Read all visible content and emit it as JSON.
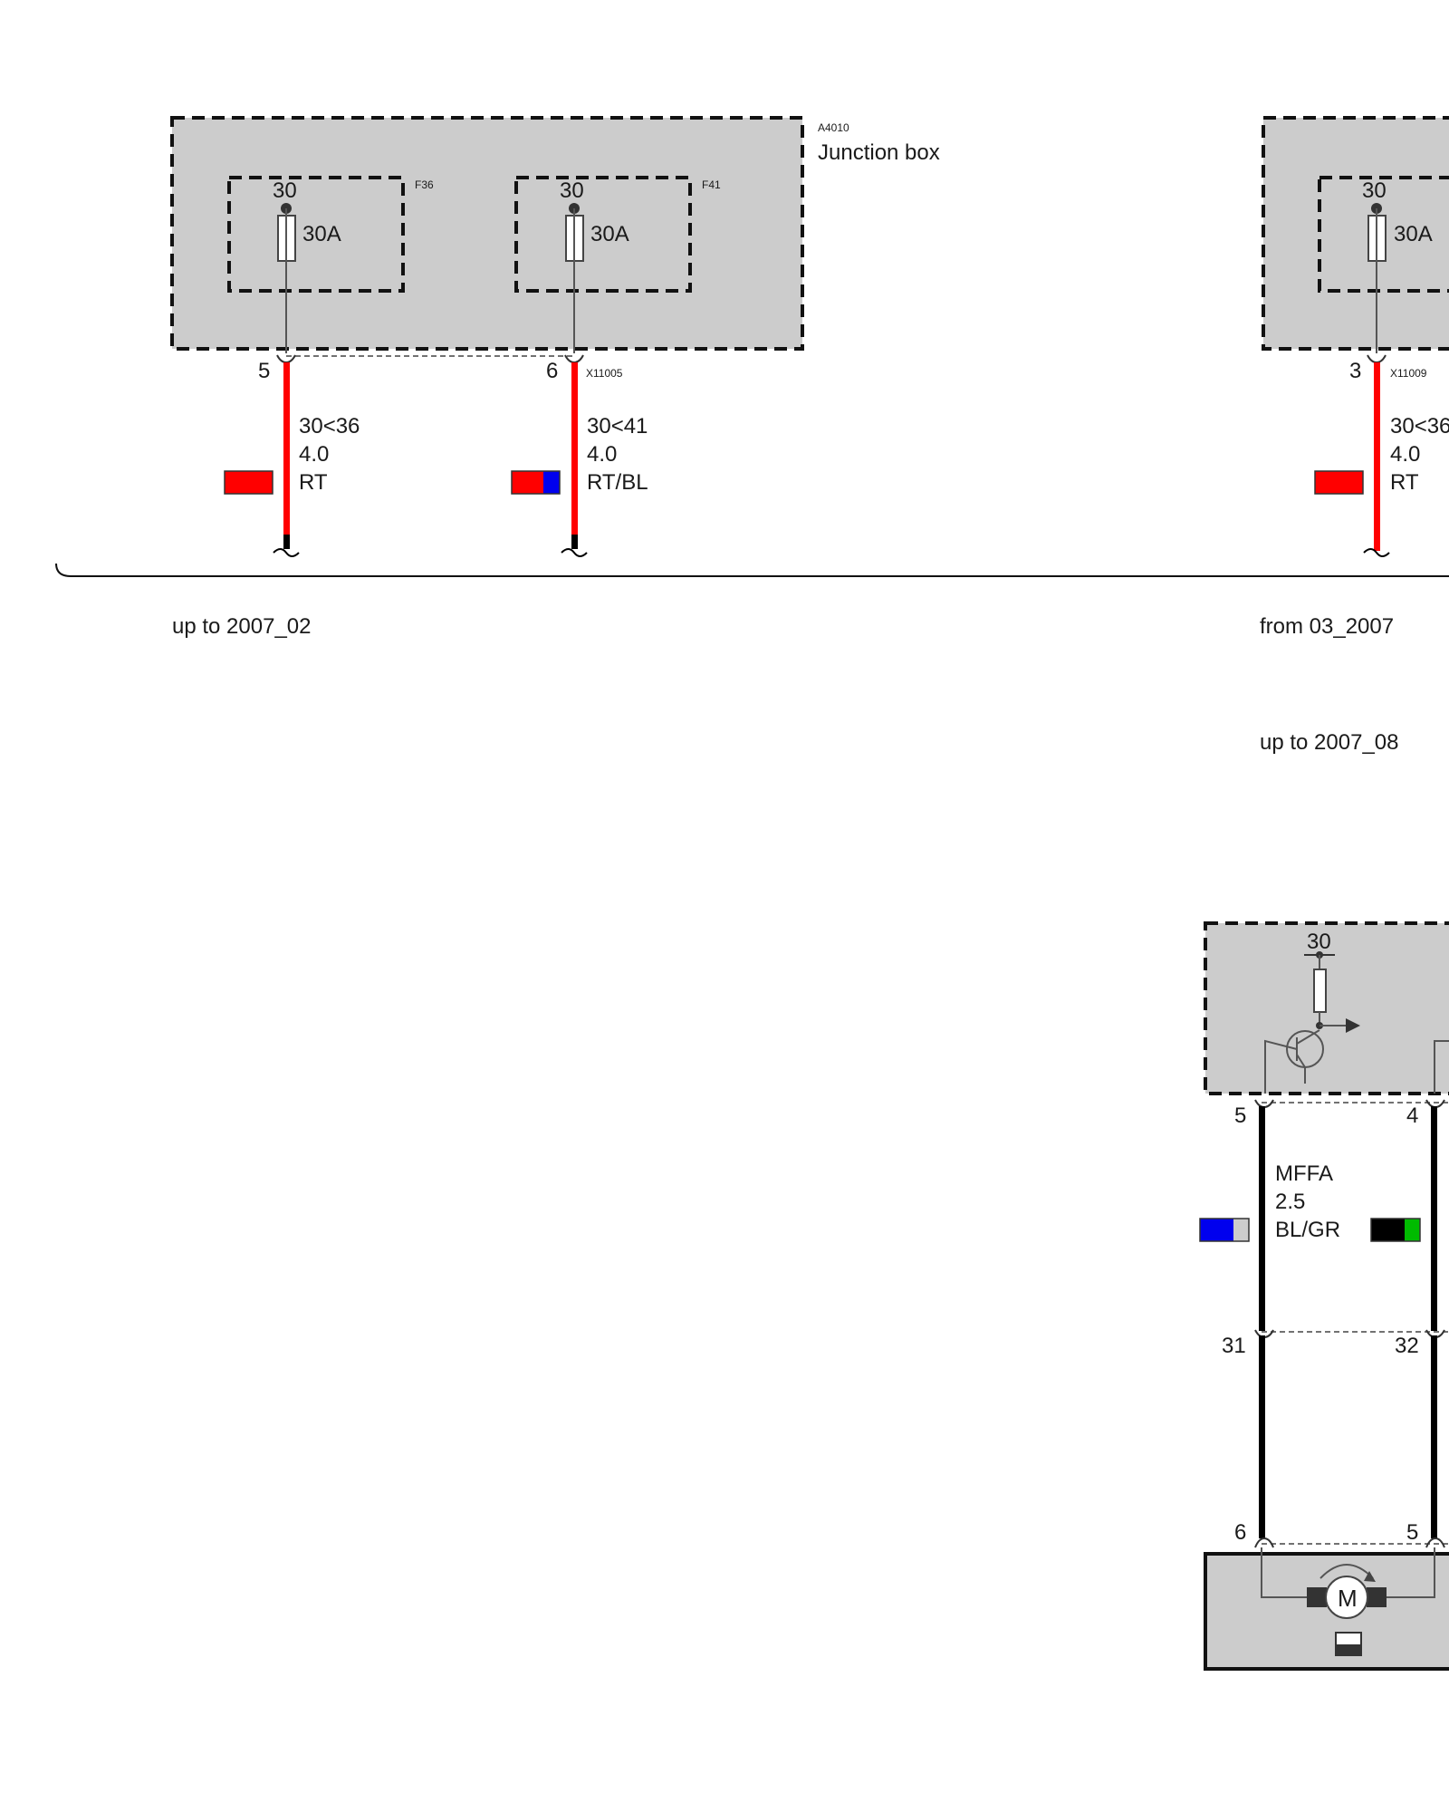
{
  "colors": {
    "red": "#ff0000",
    "blue": "#0000ee",
    "black": "#000000",
    "green": "#00bb00",
    "grey": "#cccccc"
  },
  "module": {
    "id": "A4010",
    "name": "Junction box"
  },
  "fuses": [
    {
      "ref": "F36",
      "terminal": "30",
      "rating": "30A"
    },
    {
      "ref": "F41",
      "terminal": "30",
      "rating": "30A"
    },
    {
      "terminal": "30",
      "rating": "30A"
    }
  ],
  "connectors": {
    "x11005": "X11005",
    "x11009": "X11009"
  },
  "wires_upper": [
    {
      "pin": "5",
      "signal": "30<36",
      "gauge": "4.0",
      "color_code": "RT"
    },
    {
      "pin": "6",
      "signal": "30<41",
      "gauge": "4.0",
      "color_code": "RT/BL"
    },
    {
      "pin": "3",
      "signal": "30<36",
      "gauge": "4.0",
      "color_code": "RT"
    }
  ],
  "notes": {
    "up_to_2007_02": "up to 2007_02",
    "from_03_2007": "from 03_2007",
    "up_to_2007_08": "up to 2007_08"
  },
  "lower": {
    "terminal": "30",
    "wire": {
      "signal": "MFFA",
      "gauge": "2.5",
      "color_code": "BL/GR"
    },
    "pins_top": [
      "5",
      "4"
    ],
    "pins_mid": [
      "31",
      "32"
    ],
    "pins_bot": [
      "6",
      "5"
    ],
    "motor_letter": "M"
  }
}
